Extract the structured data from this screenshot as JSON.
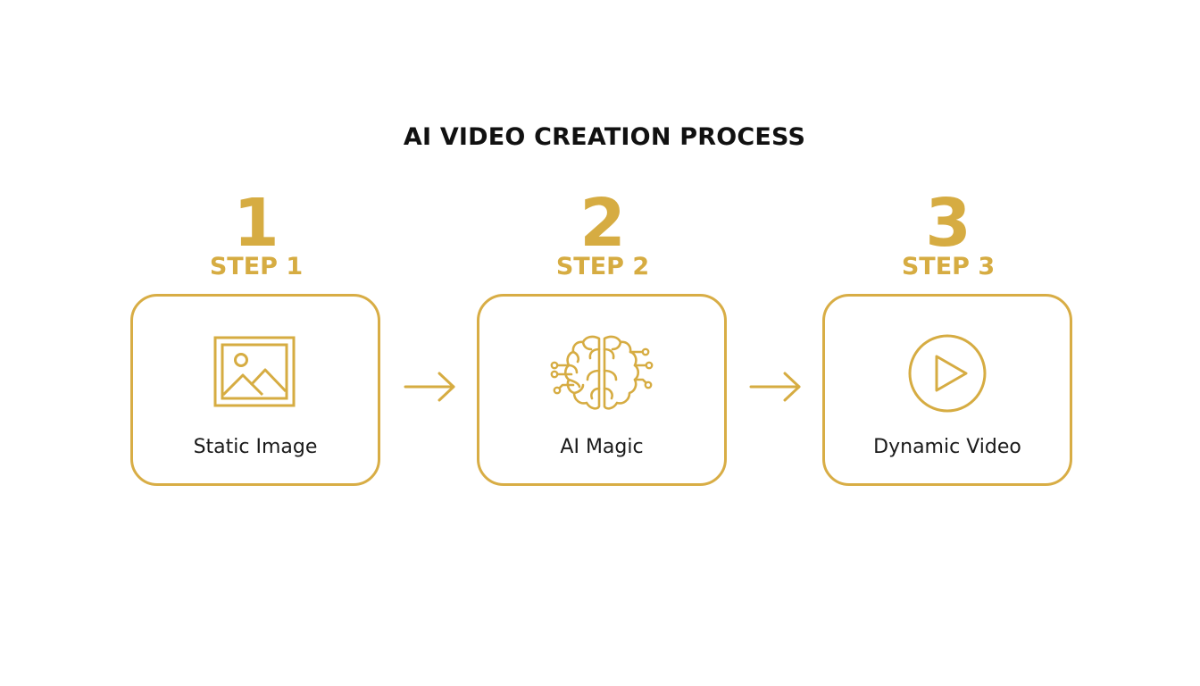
{
  "title": "AI VIDEO CREATION PROCESS",
  "accent_color": "#d6ac42",
  "steps": [
    {
      "number": "1",
      "label": "STEP 1",
      "caption": "Static Image",
      "icon": "image-icon"
    },
    {
      "number": "2",
      "label": "STEP 2",
      "caption": "AI Magic",
      "icon": "brain-circuit-icon"
    },
    {
      "number": "3",
      "label": "STEP 3",
      "caption": "Dynamic Video",
      "icon": "play-icon"
    }
  ],
  "connectors": [
    {
      "icon": "arrow-right-icon"
    },
    {
      "icon": "arrow-right-icon"
    }
  ]
}
